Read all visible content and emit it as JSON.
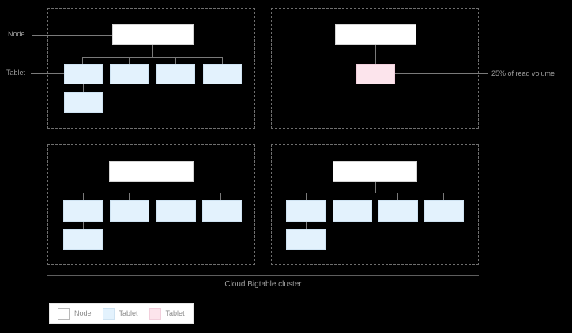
{
  "diagram": {
    "title": "Cloud Bigtable cluster",
    "colors": {
      "background": "#000000",
      "node_fill": "#ffffff",
      "node_border": "#d4d4d4",
      "tablet_fill": "#e3f2fd",
      "tablet_border": "#cfe3f2",
      "tablet_hot_fill": "#fce4ec",
      "tablet_hot_border": "#f2cfdc",
      "connector": "#7a7a7a",
      "group_border": "#6f6f6f",
      "label_text": "#9e9e9e"
    },
    "side_labels": {
      "node": "Node",
      "tablet": "Tablet"
    },
    "callouts": [
      {
        "text": "25% of read volume"
      }
    ],
    "groups": [
      {
        "id": "node-group-top-left",
        "node": {
          "type": "node"
        },
        "tablet_row": [
          {
            "type": "tablet"
          },
          {
            "type": "tablet"
          },
          {
            "type": "tablet"
          },
          {
            "type": "tablet"
          }
        ],
        "stacked_tablet": {
          "type": "tablet"
        }
      },
      {
        "id": "node-group-top-right",
        "node": {
          "type": "node"
        },
        "tablet_row": [
          {
            "type": "tablet-hot"
          }
        ],
        "stacked_tablet": null
      },
      {
        "id": "node-group-bottom-left",
        "node": {
          "type": "node"
        },
        "tablet_row": [
          {
            "type": "tablet"
          },
          {
            "type": "tablet"
          },
          {
            "type": "tablet"
          },
          {
            "type": "tablet"
          }
        ],
        "stacked_tablet": {
          "type": "tablet"
        }
      },
      {
        "id": "node-group-bottom-right",
        "node": {
          "type": "node"
        },
        "tablet_row": [
          {
            "type": "tablet"
          },
          {
            "type": "tablet"
          },
          {
            "type": "tablet"
          },
          {
            "type": "tablet"
          }
        ],
        "stacked_tablet": {
          "type": "tablet"
        }
      }
    ],
    "legend": {
      "items": [
        {
          "swatch": "node",
          "label": "Node"
        },
        {
          "swatch": "tablet",
          "label": "Tablet"
        },
        {
          "swatch": "tablet-hot",
          "label": "Tablet"
        }
      ]
    }
  }
}
